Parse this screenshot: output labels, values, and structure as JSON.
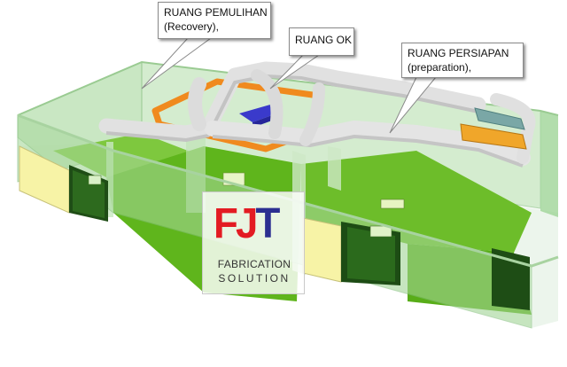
{
  "callouts": {
    "recovery": {
      "line1": "RUANG PEMULIHAN",
      "line2": "(Recovery),"
    },
    "ok": {
      "line1": "RUANG OK"
    },
    "preparation": {
      "line1": "RUANG PERSIAPAN",
      "line2": "(preparation),"
    }
  },
  "logo": {
    "letters": "FJT",
    "line1": "FABRICATION",
    "line2": "SOLUTION"
  },
  "colors": {
    "glass_wall": "#a6d79a",
    "floor_green": "#5fb51c",
    "duct": "#e2e2e2",
    "door_yellow": "#f5f2a2",
    "orange_beam": "#f08a1e",
    "unit_blue": "#3a3acb",
    "logo_red": "#e31b23",
    "logo_blue": "#2b2f91"
  }
}
